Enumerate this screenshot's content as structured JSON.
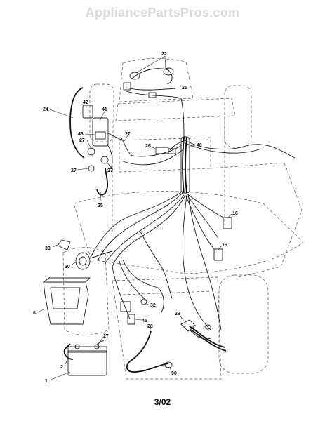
{
  "watermark": "AppliancePartsPros.com",
  "footer": "3/02",
  "callouts": {
    "c1": "1",
    "c2": "2",
    "c8": "8",
    "c16a": "16",
    "c16b": "16",
    "c21": "21",
    "c22": "22",
    "c24": "24",
    "c25": "25",
    "c26": "26",
    "c27a": "27",
    "c27b": "27",
    "c27c": "27",
    "c27d": "27",
    "c27e": "27",
    "c28": "28",
    "c29": "29",
    "c30": "30",
    "c32": "32",
    "c33": "33",
    "c40": "40",
    "c41": "41",
    "c42": "42",
    "c43": "43",
    "c45": "45",
    "c90": "90"
  }
}
